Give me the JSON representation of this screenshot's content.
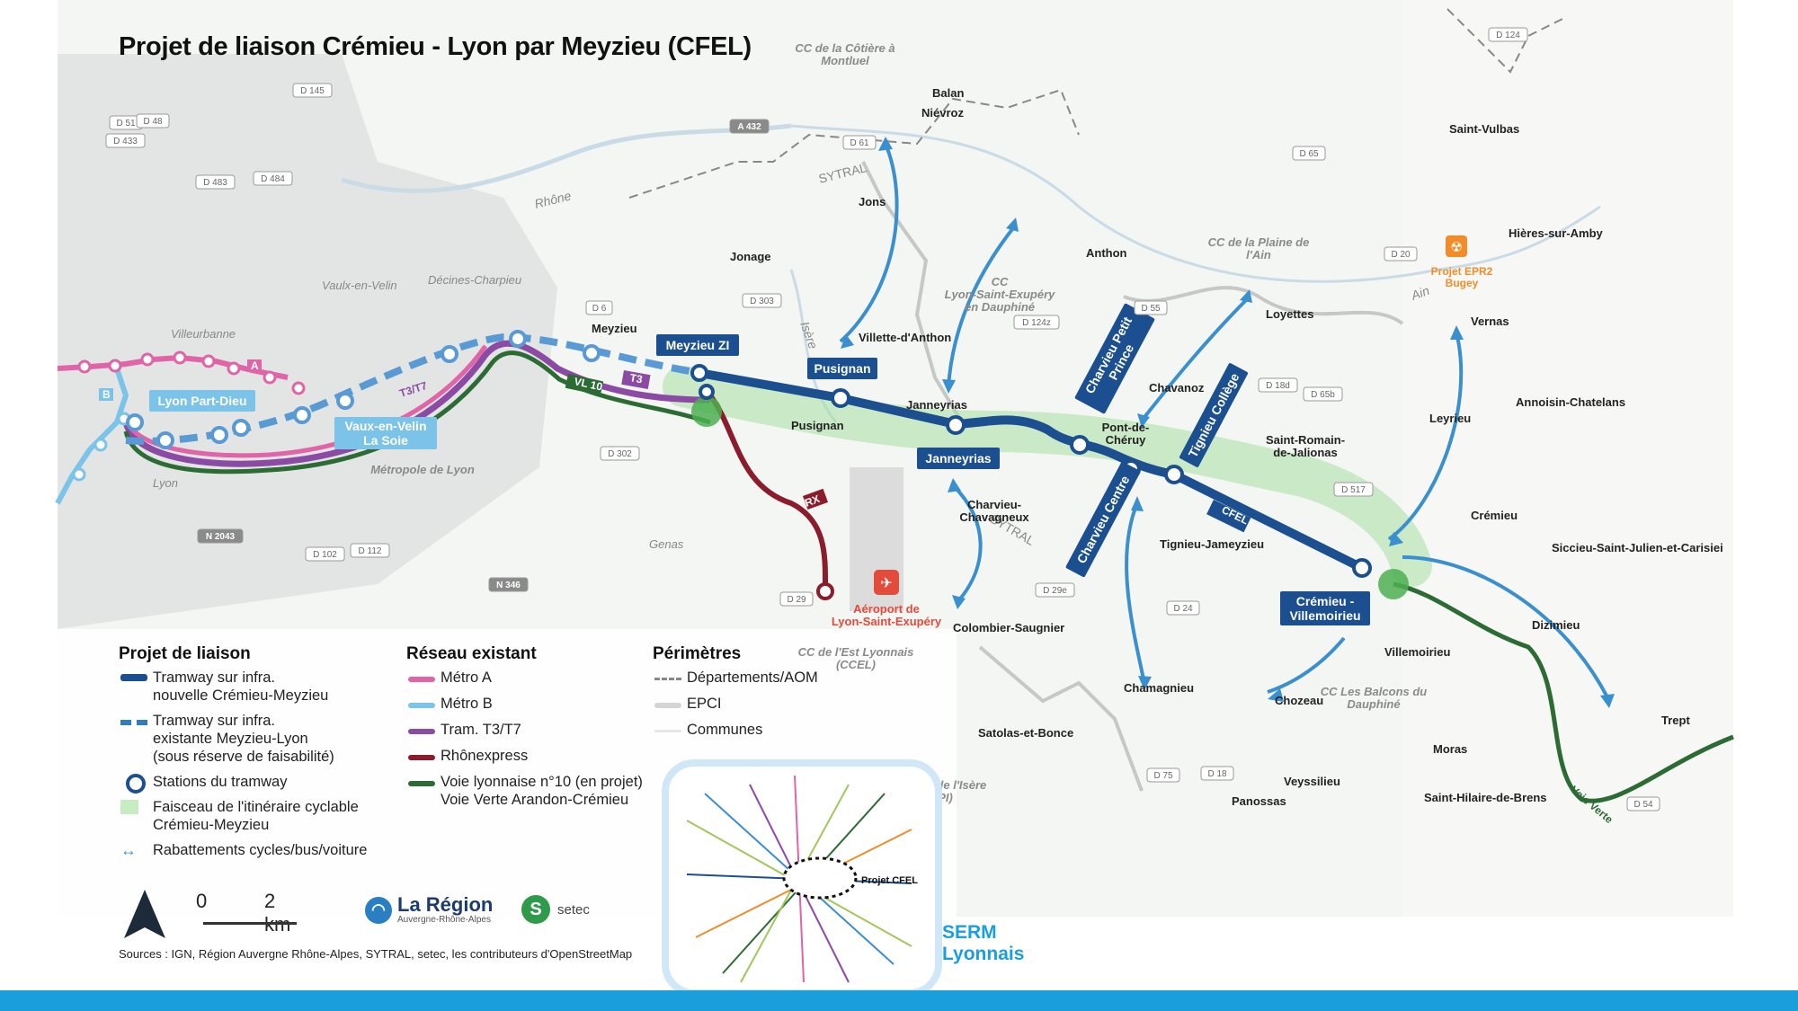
{
  "title": "Projet de liaison Crémieu - Lyon par Meyzieu (CFEL)",
  "colors": {
    "cfel": "#1b4f8f",
    "tram_existing": "#2d7dc4",
    "metro_a": "#e064a8",
    "metro_b": "#7cc3ea",
    "tram_t3t7": "#8b4aa4",
    "rhonexpress": "#8a1c2b",
    "voie_lyonnaise": "#2d6b34",
    "cycle_corridor": "#a8dea0",
    "arrows": "#3a8fce",
    "bottom_bar": "#1a9fdc",
    "epr2": "#f28c28"
  },
  "station_labels": {
    "lyon_part_dieu": "Lyon Part-Dieu",
    "vaux_la_soie": "Vaux-en-Velin\nLa Soie",
    "meyzieu_zi": "Meyzieu ZI",
    "pusignan": "Pusignan",
    "janneyrias": "Janneyrias",
    "charvieu_petit_prince": "Charvieu Petit\nPrince",
    "tignieu_college": "Tignieu Collège",
    "charvieu_centre": "Charvieu Centre",
    "cremieu_villemoirieu": "Crémieu -\nVillemoirieu"
  },
  "line_labels": {
    "t3t7": "T3/T7",
    "t3": "T3",
    "vl10": "VL 10",
    "rx": "RX",
    "cfel": "CFEL",
    "metro_a": "A",
    "metro_b": "B",
    "voie_verte": "Voie Verte",
    "sytral": "SYTRAL"
  },
  "airport": {
    "label": "Aéroport de\nLyon-Saint-Exupéry"
  },
  "epr2": {
    "label": "Projet EPR2\nBugey"
  },
  "places": [
    {
      "name": "Niévroz",
      "style": "town"
    },
    {
      "name": "Balan",
      "style": "town"
    },
    {
      "name": "Saint-Vulbas",
      "style": "town"
    },
    {
      "name": "Jons",
      "style": "town"
    },
    {
      "name": "Jonage",
      "style": "town"
    },
    {
      "name": "Anthon",
      "style": "town"
    },
    {
      "name": "Hières-sur-Amby",
      "style": "town"
    },
    {
      "name": "Loyettes",
      "style": "town"
    },
    {
      "name": "Vernas",
      "style": "town"
    },
    {
      "name": "Meyzieu",
      "style": "town"
    },
    {
      "name": "Villette-d'Anthon",
      "style": "town"
    },
    {
      "name": "Chavanoz",
      "style": "town"
    },
    {
      "name": "Janneyrias",
      "style": "town"
    },
    {
      "name": "Pusignan",
      "style": "town"
    },
    {
      "name": "Pont-de-\nChéruy",
      "style": "town"
    },
    {
      "name": "Annoisin-Chatelans",
      "style": "town"
    },
    {
      "name": "Leyrieu",
      "style": "town"
    },
    {
      "name": "Saint-Romain-\nde-Jalionas",
      "style": "town"
    },
    {
      "name": "Charvieu-\nChavagneux",
      "style": "town"
    },
    {
      "name": "Crémieu",
      "style": "town"
    },
    {
      "name": "Tignieu-Jameyzieu",
      "style": "town"
    },
    {
      "name": "Siccieu-Saint-Julien-et-Carisiei",
      "style": "town"
    },
    {
      "name": "Dizimieu",
      "style": "town"
    },
    {
      "name": "Colombier-Saugnier",
      "style": "town"
    },
    {
      "name": "Villemoirieu",
      "style": "town"
    },
    {
      "name": "Chamagnieu",
      "style": "town"
    },
    {
      "name": "Chozeau",
      "style": "town"
    },
    {
      "name": "Trept",
      "style": "town"
    },
    {
      "name": "Satolas-et-Bonce",
      "style": "town"
    },
    {
      "name": "Moras",
      "style": "town"
    },
    {
      "name": "Veyssilieu",
      "style": "town"
    },
    {
      "name": "Panossas",
      "style": "town"
    },
    {
      "name": "Saint-Hilaire-de-Brens",
      "style": "town"
    },
    {
      "name": "Villeurbanne",
      "style": "minor"
    },
    {
      "name": "Vaulx-en-Velin",
      "style": "minor"
    },
    {
      "name": "Décines-Charpieu",
      "style": "minor"
    },
    {
      "name": "Lyon",
      "style": "minor"
    },
    {
      "name": "Genas",
      "style": "minor"
    },
    {
      "name": "Métropole de Lyon",
      "style": "area"
    },
    {
      "name": "CC de la Côtière à\nMontluel",
      "style": "area"
    },
    {
      "name": "CC\nLyon-Saint-Exupéry\nen Dauphiné",
      "style": "area"
    },
    {
      "name": "CC de la Plaine de\nl'Ain",
      "style": "area"
    },
    {
      "name": "CC de l'Est Lyonnais\n(CCEL)",
      "style": "area"
    },
    {
      "name": "CC Les Balcons du\nDauphiné",
      "style": "area"
    },
    {
      "name": "CA Porte de l'Isère\n(CAPI)",
      "style": "area"
    },
    {
      "name": "Rhône",
      "style": "river"
    },
    {
      "name": "Isère",
      "style": "river"
    },
    {
      "name": "Ain",
      "style": "river"
    }
  ],
  "roads": [
    "D 124",
    "D 145",
    "D 51",
    "D 48",
    "D 433",
    "D 483",
    "D 484",
    "D 61",
    "D 65",
    "A 432",
    "D 6",
    "D 303",
    "D 20",
    "D 55",
    "D 124z",
    "D 18d",
    "D 65b",
    "D 302",
    "D 517",
    "N 2043",
    "D 102",
    "D 112",
    "N 346",
    "D 29",
    "D 29e",
    "D 24",
    "D 75",
    "D 18",
    "D 54"
  ],
  "legend": {
    "projet": {
      "heading": "Projet de liaison",
      "items": [
        "Tramway sur infra.\nnouvelle Crémieu-Meyzieu",
        "Tramway sur infra.\nexistante Meyzieu-Lyon\n(sous réserve de faisabilité)",
        "Stations du tramway",
        "Faisceau de l'itinéraire cyclable\nCrémieu-Meyzieu",
        "Rabattements cycles/bus/voiture"
      ]
    },
    "existant": {
      "heading": "Réseau existant",
      "items": [
        "Métro A",
        "Métro B",
        "Tram. T3/T7",
        "Rhônexpress",
        "Voie lyonnaise n°10 (en projet)\nVoie Verte Arandon-Crémieu"
      ]
    },
    "perimetres": {
      "heading": "Périmètres",
      "items": [
        "Départements/AOM",
        "EPCI",
        "Communes"
      ]
    }
  },
  "scale": {
    "zero": "0",
    "distance": "2 km"
  },
  "logos": {
    "region_name": "La Région",
    "region_sub": "Auvergne-Rhône-Alpes",
    "setec": "setec"
  },
  "inset": {
    "label": "Projet CFEL"
  },
  "serm": {
    "line1": "SERM",
    "line2": "Lyonnais"
  },
  "sources": "Sources : IGN, Région Auvergne Rhône-Alpes, SYTRAL, setec, les contributeurs d'OpenStreetMap"
}
